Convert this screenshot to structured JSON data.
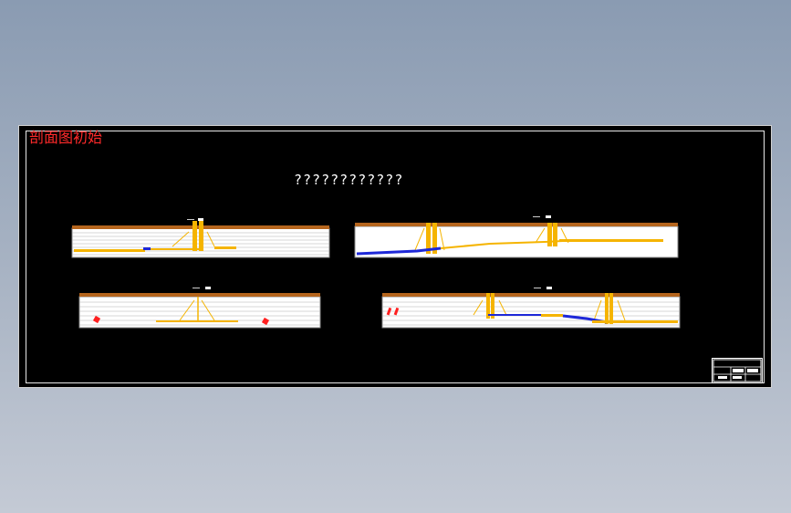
{
  "drawing": {
    "corner_label": "剖面图初始",
    "title": "????????????"
  },
  "colors": {
    "background_sheet": "#000000",
    "frame": "#ffffff",
    "ground": "#b5651d",
    "column": "#f5b400",
    "pipe_blue": "#1e28d8",
    "marker_red": "#ff2020",
    "label_red": "#ff2a2a"
  },
  "sections": [
    {
      "id": "section-1"
    },
    {
      "id": "section-2"
    },
    {
      "id": "section-3"
    },
    {
      "id": "section-4"
    }
  ]
}
